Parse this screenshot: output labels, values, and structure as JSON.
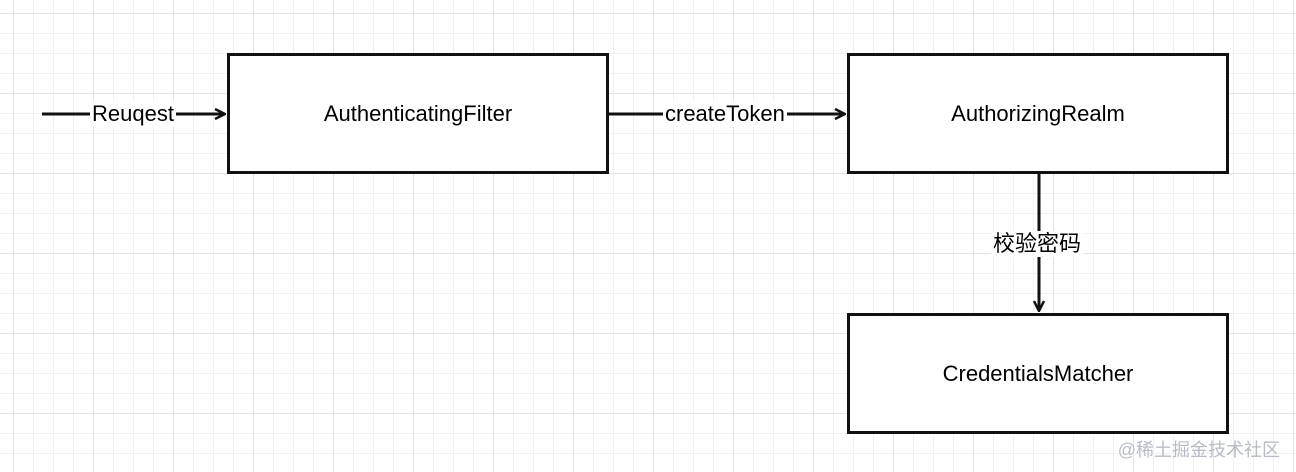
{
  "nodes": {
    "authenticating_filter": "AuthenticatingFilter",
    "authorizing_realm": "AuthorizingRealm",
    "credentials_matcher": "CredentialsMatcher"
  },
  "edges": {
    "request": "Reuqest",
    "create_token": "createToken",
    "verify_password": "校验密码"
  },
  "watermark": "@稀土掘金技术社区",
  "colors": {
    "line": "#111111",
    "grid": "#dfe3ea",
    "watermark": "#b7bcc4"
  }
}
